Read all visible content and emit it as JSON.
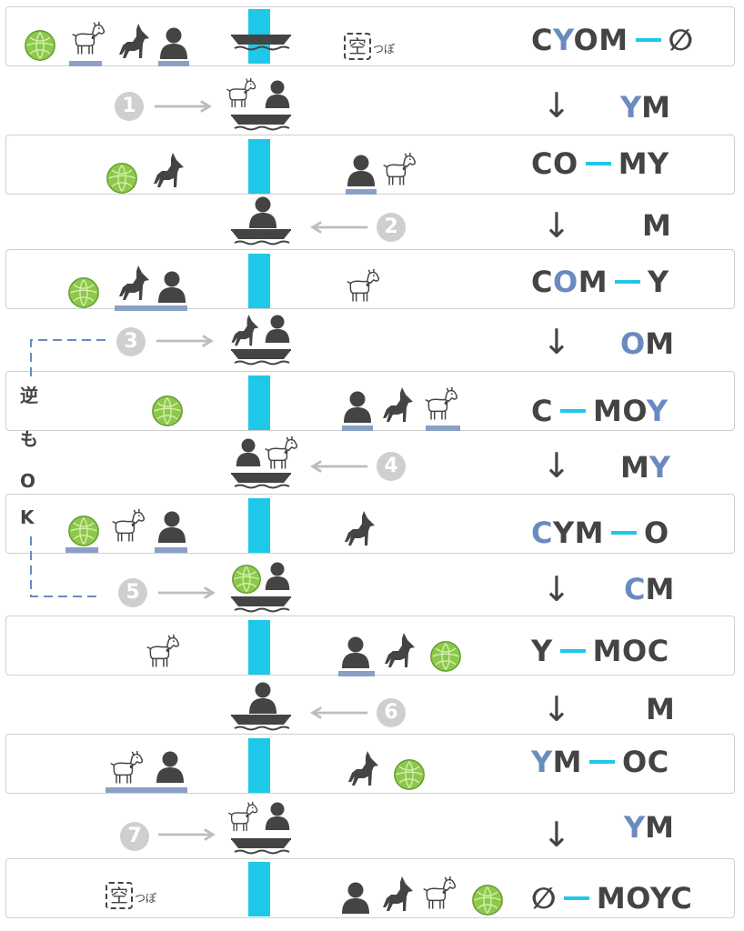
{
  "rows": [
    {
      "eq": [
        [
          "C",
          ""
        ],
        [
          "Y",
          "b"
        ],
        [
          "O",
          ""
        ],
        [
          "M",
          ""
        ]
      ],
      "eq_right": [
        [
          "∅",
          ""
        ]
      ]
    },
    {
      "eq": [
        [
          "C",
          ""
        ],
        [
          "O",
          ""
        ]
      ],
      "eq_right": [
        [
          "M",
          ""
        ],
        [
          "Y",
          ""
        ]
      ]
    },
    {
      "eq": [
        [
          "C",
          ""
        ],
        [
          "O",
          "b"
        ],
        [
          "M",
          ""
        ]
      ],
      "eq_right": [
        [
          "Y",
          ""
        ]
      ]
    },
    {
      "eq": [
        [
          "C",
          ""
        ]
      ],
      "eq_right": [
        [
          "M",
          ""
        ],
        [
          "O",
          ""
        ],
        [
          "Y",
          "b"
        ]
      ]
    },
    {
      "eq": [
        [
          "C",
          "b"
        ],
        [
          "Y",
          ""
        ],
        [
          "M",
          ""
        ]
      ],
      "eq_right": [
        [
          "O",
          ""
        ]
      ]
    },
    {
      "eq": [
        [
          "Y",
          ""
        ]
      ],
      "eq_right": [
        [
          "M",
          ""
        ],
        [
          "O",
          ""
        ],
        [
          "C",
          ""
        ]
      ]
    },
    {
      "eq": [
        [
          "Y",
          "b"
        ],
        [
          "M",
          ""
        ]
      ],
      "eq_right": [
        [
          "O",
          ""
        ],
        [
          "C",
          ""
        ]
      ]
    },
    {
      "eq": [
        [
          "∅",
          ""
        ]
      ],
      "eq_right": [
        [
          "M",
          ""
        ],
        [
          "O",
          ""
        ],
        [
          "Y",
          ""
        ],
        [
          "C",
          ""
        ]
      ]
    }
  ],
  "steps": [
    {
      "num": "1",
      "carry": [
        [
          "Y",
          "b"
        ],
        [
          "M",
          ""
        ]
      ]
    },
    {
      "num": "2",
      "carry": [
        [
          "M",
          ""
        ]
      ]
    },
    {
      "num": "3",
      "carry": [
        [
          "O",
          "b"
        ],
        [
          "M",
          ""
        ]
      ]
    },
    {
      "num": "4",
      "carry": [
        [
          "M",
          ""
        ],
        [
          "Y",
          "b"
        ]
      ]
    },
    {
      "num": "5",
      "carry": [
        [
          "C",
          "b"
        ],
        [
          "M",
          ""
        ]
      ]
    },
    {
      "num": "6",
      "carry": [
        [
          "M",
          ""
        ]
      ]
    },
    {
      "num": "7",
      "carry": [
        [
          "Y",
          "b"
        ],
        [
          "M",
          ""
        ]
      ]
    }
  ],
  "empty_label": {
    "kanji": "空",
    "kana": "つぽ"
  },
  "reverse_note": [
    "逆",
    "も",
    "O",
    "K"
  ],
  "down_arrow": "↓",
  "colors": {
    "river": "#1ec8e8",
    "highlight": "#6a8bbf",
    "ink": "#444444",
    "cabbage": "#8cc84b",
    "step": "#cfcfcf"
  }
}
